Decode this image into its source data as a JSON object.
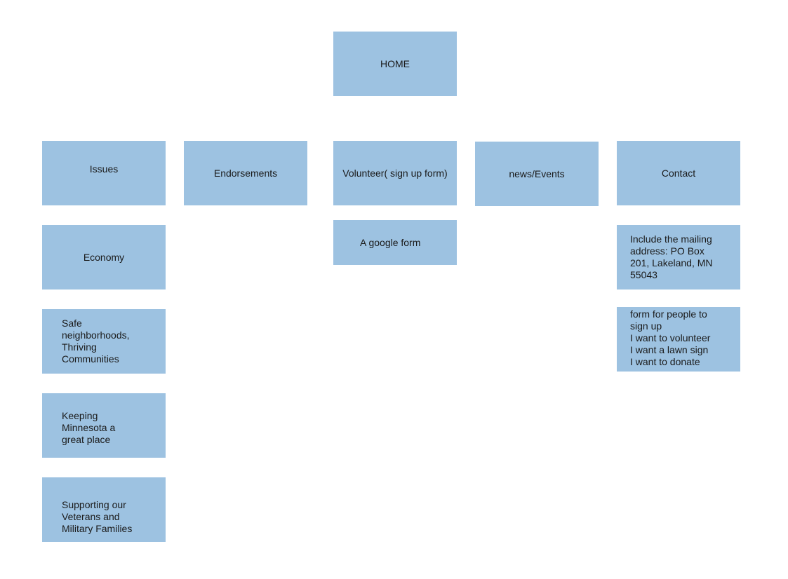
{
  "sitemap": {
    "home": "HOME",
    "issues": {
      "label": "Issues",
      "children": [
        "Economy",
        "Safe neighborhoods, Thriving Communities",
        "Keeping Minnesota a great place",
        "Supporting our Veterans and Military Families"
      ]
    },
    "endorsements": {
      "label": "Endorsements"
    },
    "volunteer": {
      "label": "Volunteer( sign up form)",
      "children": [
        "A google form"
      ]
    },
    "news": {
      "label": "news/Events"
    },
    "contact": {
      "label": "Contact",
      "mailing": "Include the mailing address: PO Box 201, Lakeland, MN 55043",
      "form_lines": [
        "form for people to sign up",
        "I want to volunteer",
        "I want a lawn sign",
        "I want to donate"
      ]
    }
  },
  "colors": {
    "box_fill": "#9dc2e1",
    "text": "#1a1a1a"
  }
}
